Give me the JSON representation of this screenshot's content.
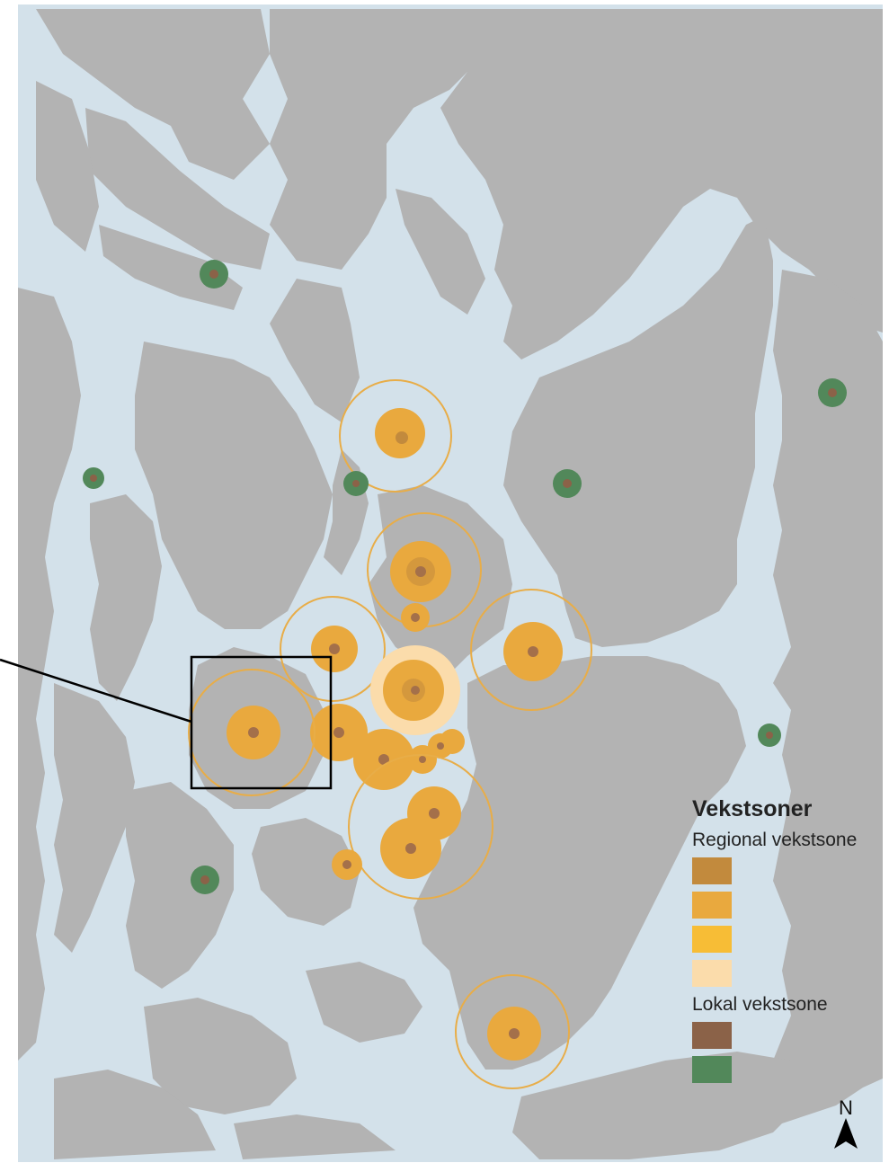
{
  "map": {
    "water_color": "#d3e1ea",
    "land_color": "#b3b3b3",
    "frame_color": "#000000",
    "zones": {
      "regional": [
        "#c28a3d",
        "#e9a93e",
        "#f7bd36",
        "#fbdcab"
      ],
      "local": [
        "#8b6248",
        "#52885a"
      ],
      "center_dot": "#a4704a",
      "ring": "#e8ad48"
    }
  },
  "legend": {
    "title": "Vekstsoner",
    "groups": [
      {
        "label": "Regional vekstsone",
        "swatches": [
          "#c28a3d",
          "#e9a93e",
          "#f7bd36",
          "#fbdcab"
        ]
      },
      {
        "label": "Lokal vekstsone",
        "swatches": [
          "#8b6248",
          "#52885a"
        ]
      }
    ]
  },
  "north_arrow": {
    "label": "N"
  }
}
